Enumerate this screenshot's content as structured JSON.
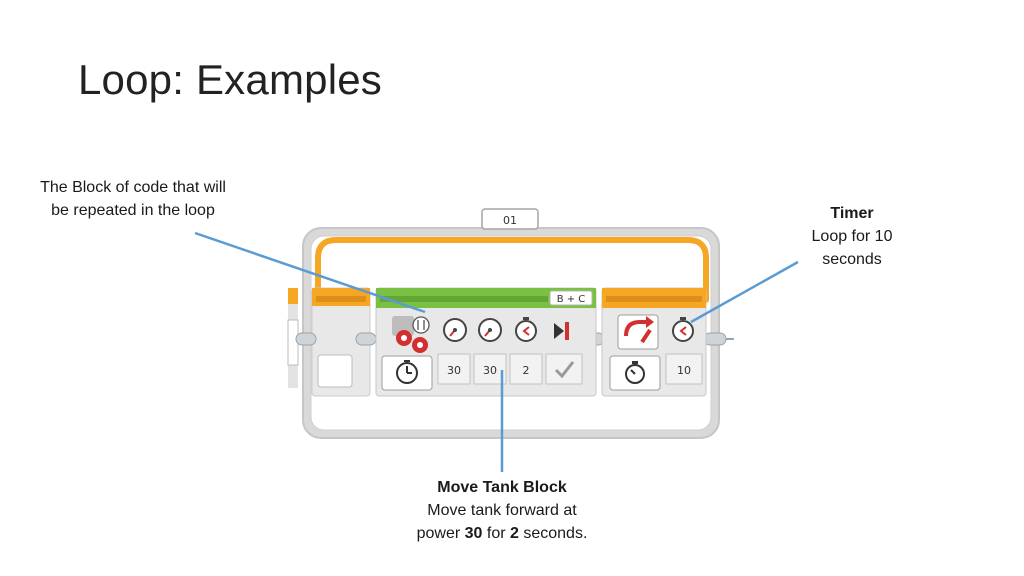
{
  "slide": {
    "title": "Loop: Examples"
  },
  "annotations": {
    "block_note": "The Block of code that will be repeated in the loop",
    "timer_title": "Timer",
    "timer_desc": "Loop for 10 seconds",
    "move_title": "Move Tank Block",
    "move_desc_1": "Move tank forward at",
    "move_desc_2a": "power ",
    "move_desc_2b": "30",
    "move_desc_2c": " for ",
    "move_desc_2d": "2",
    "move_desc_2e": " seconds."
  },
  "program": {
    "loop_label": "01",
    "ports": "B + C",
    "move_tank": {
      "left_power": "30",
      "right_power": "30",
      "seconds": "2"
    },
    "loop_timer_value": "10"
  },
  "colors": {
    "orange": "#f5a623",
    "green": "#7ac143",
    "arrow": "#5b9bd5"
  }
}
